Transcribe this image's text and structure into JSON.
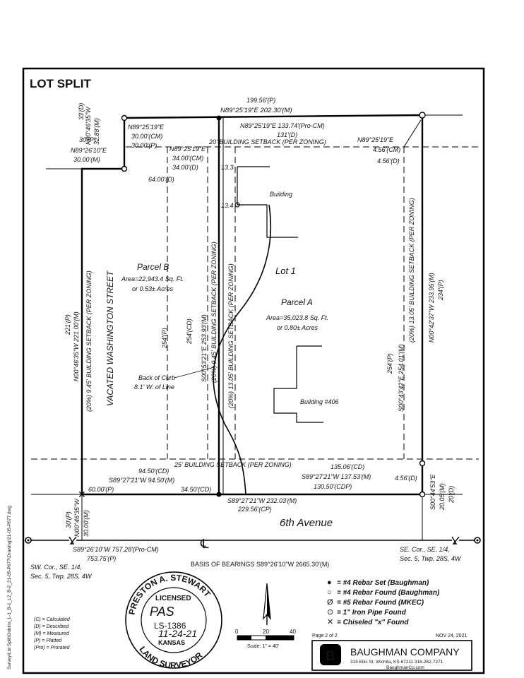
{
  "title": "LOT SPLIT",
  "top_left": {
    "bearing_v": "N00°46'35\"W",
    "dist_v": "32.88'(M)",
    "dist_v_p": "33'(D)",
    "dist_p": "30'(P)",
    "bearing_h": "N89°26'10\"E",
    "dist_h": "30.00'(M)"
  },
  "top_line": {
    "dist_p": "199.56'(P)",
    "bearing": "N89°25'19\"E 202.30'(M)",
    "pro": "N89°25'19\"E 133.74'(Pro-CM)",
    "d131": "131'(D)"
  },
  "notch": {
    "bearing": "N89°25'19\"E",
    "cm": "30.00'(CM)",
    "p": "30.00'(P)"
  },
  "b_notch": {
    "bearing": "N89°25'19\"E",
    "cm": "34.00'(CM)",
    "d": "34.00'(D)"
  },
  "right_notch": {
    "bearing": "N89°25'19\"E",
    "cm": "4.56'(CM)",
    "d": "4.56'(D)"
  },
  "setback_top": "20' BUILDING SETBACK (PER ZONING)",
  "setback_bottom": "25' BUILDING SETBACK (PER ZONING)",
  "setback_left": "(20%) 9.45' BUILDING SETBACK (PER ZONING)",
  "setback_mid1": "(20%) 9.45' BUILDING SETBACK (PER ZONING)",
  "setback_mid2": "(20%) 13.05' BUILDING SETBACK (PER ZONING)",
  "setback_right": "(20%) 13.05' BUILDING SETBACK (PER ZONING)",
  "d64": "64.00'(D)",
  "elev1": "13.3",
  "elev2": "13.4",
  "building": "Building",
  "building406": "Building #406",
  "lot1": "Lot 1",
  "parcel_b": {
    "name": "Parcel B",
    "area": "Area=22,943.4 Sq. Ft.",
    "acres": "or 0.53± Acres"
  },
  "parcel_a": {
    "name": "Parcel A",
    "area": "Area=35,023.8 Sq. Ft.",
    "acres": "or 0.80± Acres"
  },
  "vacated": "VACATED WASHINGTON STREET",
  "left_line": {
    "d221": "221'(P)",
    "bearing": "N00°46'35\"W 221.00'(M)"
  },
  "b_mid": {
    "p254": "254'(P)",
    "cd254": "254'(CD)",
    "bearing": "S00°53'21\"E 253.93'(M)"
  },
  "a_right": {
    "p254": "254'(P)",
    "bearing": "S00°43'42\"E 254.01'(M)"
  },
  "far_right": {
    "bearing": "N00°42'37\"W 233.95'(M)",
    "p234": "234'(P)"
  },
  "curb": {
    "l1": "Back of Curb",
    "l2": "8.1' W. of Line"
  },
  "bottom_left": {
    "cd": "94.50'(CD)",
    "bearing": "S89°27'21\"W 94.50'(M)",
    "p60": "60.00'(P)",
    "cd345": "34.50'(CD)"
  },
  "bottom_right": {
    "cd": "135.06'(CD)",
    "bearing": "S89°27'21\"W 137.53'(M)",
    "cdp": "130.50'(CDP)",
    "d456": "4.56'(D)"
  },
  "bottom_line": {
    "m": "S89°27'21\"W 232.03'(M)",
    "cp": "229.56'(CP)"
  },
  "road": "6th Avenue",
  "south_right": {
    "bearing": "S00°44'53\"E",
    "m": "20.05'(M)",
    "d": "20'(D)"
  },
  "south_left": {
    "p": "30'(P)",
    "bearing": "N00°46'35\"W",
    "m": "30.00'(M)"
  },
  "section_line": {
    "bearing": "S89°26'10\"W 757.28'(Pro-CM)",
    "p": "753.75'(P)"
  },
  "cl": "℄",
  "sw_corner": {
    "l1": "SW. Cor., SE. 1/4,",
    "l2": "Sec. 5, Twp. 28S, 4W"
  },
  "se_corner": {
    "l1": "SE. Cor., SE. 1/4,",
    "l2": "Sec. 5, Twp. 28S, 4W"
  },
  "basis": "BASIS OF BEARINGS S89°26'10\"W 2665.30'(M)",
  "legend": [
    {
      "sym": "●",
      "text": "= #4 Rebar Set (Baughman)"
    },
    {
      "sym": "○",
      "text": "= #4 Rebar Found (Baughman)"
    },
    {
      "sym": "Ø",
      "text": "= #5 Rebar Found (MKEC)"
    },
    {
      "sym": "⊙",
      "text": "= 1\" Iron Pipe Found"
    },
    {
      "sym": "✕",
      "text": "= Chiseled \"x\" Found"
    }
  ],
  "abbrev": [
    "(C) = Calculated",
    "(D) = Described",
    "(M) = Measured",
    "(P) = Platted",
    "(Pro) = Prorated"
  ],
  "seal": {
    "top": "PRESTON A. STEWART",
    "licensed": "LICENSED",
    "num": "LS-1386",
    "state": "KANSAS",
    "bottom": "LAND SURVEYOR",
    "sig": "PAS",
    "date": "11-24-21"
  },
  "scale": {
    "t0": "0",
    "t20": "20",
    "t40": "40",
    "label": "Scale: 1\" = 40'"
  },
  "page": "Page 2 of 2",
  "date": "NOV 24, 2021",
  "company": {
    "name": "BAUGHMAN COMPANY",
    "addr": "315 Ellis St.  Wichita, KS 67211  316-262-7271",
    "web": "BaughmanCo.com"
  },
  "side_path": "Survey\\Lot Split\\Gobins_L-1_B-1_L2_B-2_21-05-P677\\Drawing\\21-05-P677.dwg"
}
